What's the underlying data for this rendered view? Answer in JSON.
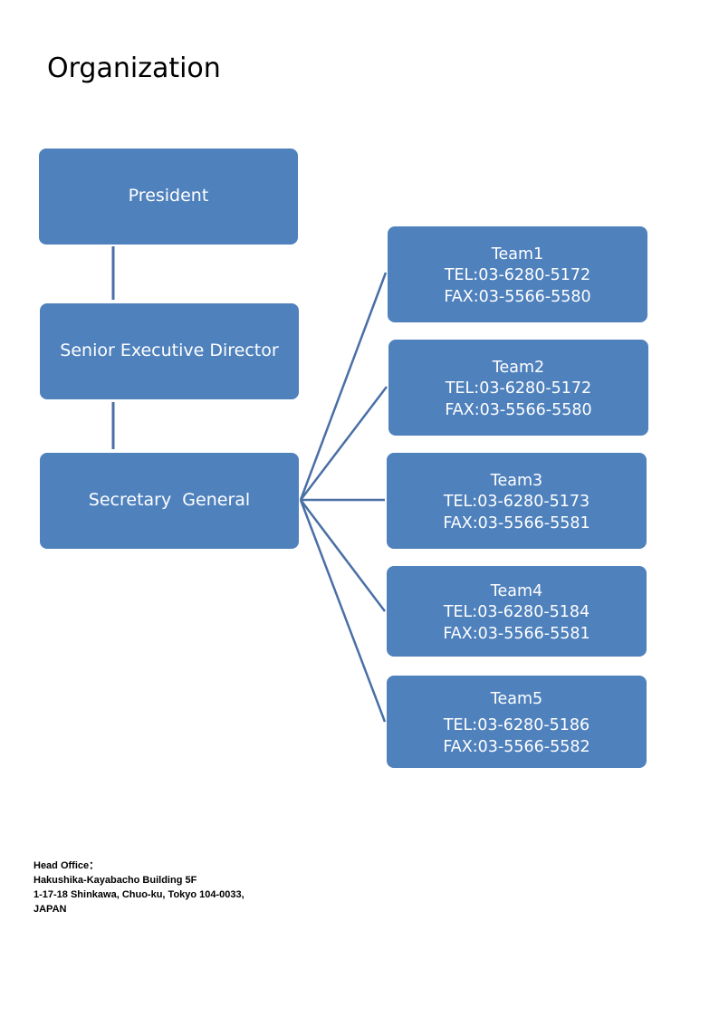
{
  "title": "Organization",
  "president": "President",
  "senior_executive_director": "Senior Executive Director",
  "secretary_general": "Secretary  General",
  "teams": [
    {
      "name": "Team1",
      "tel": "TEL:03-6280-5172",
      "fax": "FAX:03-5566-5580"
    },
    {
      "name": "Team2",
      "tel": "TEL:03-6280-5172",
      "fax": "FAX:03-5566-5580"
    },
    {
      "name": "Team3",
      "tel": "TEL:03-6280-5173",
      "fax": "FAX:03-5566-5581"
    },
    {
      "name": "Team4",
      "tel": "TEL:03-6280-5184",
      "fax": "FAX:03-5566-5581"
    },
    {
      "name": "Team5",
      "tel": "TEL:03-6280-5186",
      "fax": "FAX:03-5566-5582"
    }
  ],
  "address": {
    "label": "Head Office：",
    "building": "Hakushika-Kayabacho Building 5F",
    "street": "1-17-18 Shinkawa, Chuo-ku, Tokyo 104-0033,",
    "country": "JAPAN"
  },
  "colors": {
    "box_fill": "#4f81bd",
    "connector": "#4a6fa5",
    "box_text": "#ffffff"
  }
}
